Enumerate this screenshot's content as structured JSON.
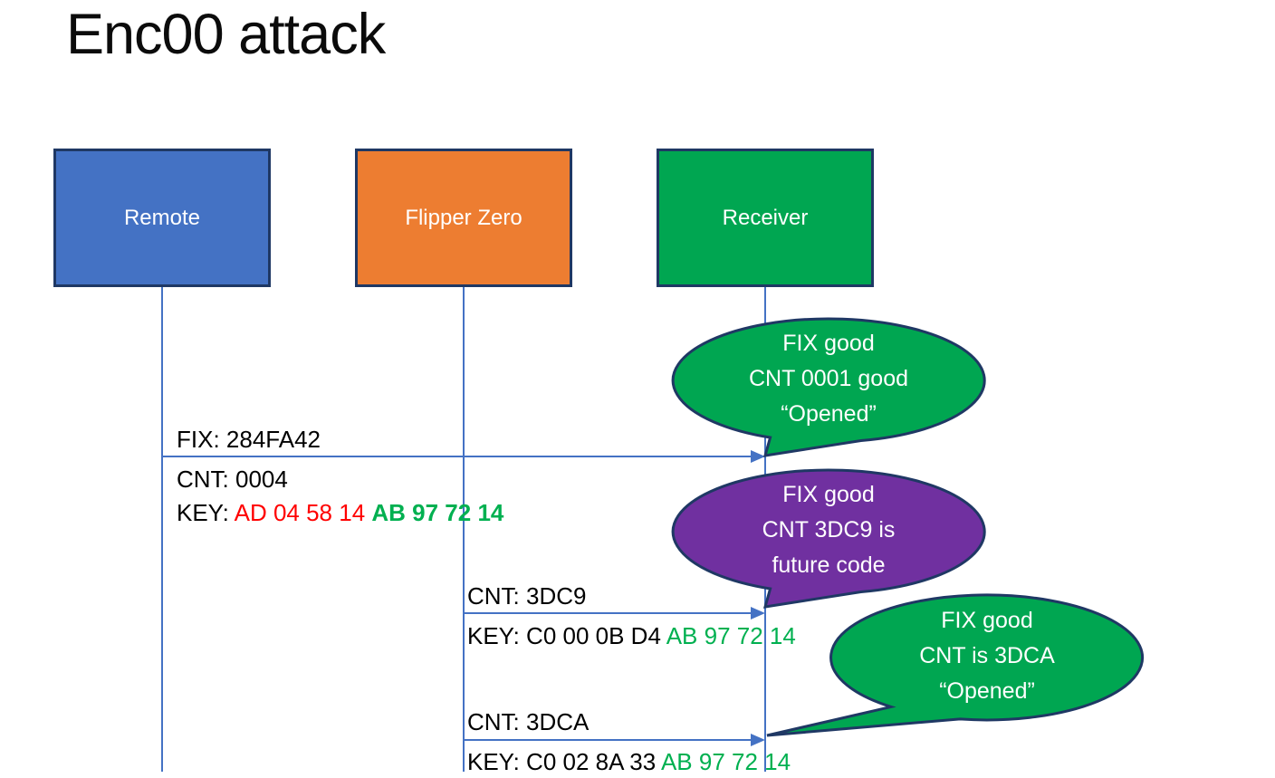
{
  "title": "Enc00 attack",
  "actors": [
    {
      "label": "Remote",
      "fill": "#4472C4"
    },
    {
      "label": "Flipper Zero",
      "fill": "#ED7D31"
    },
    {
      "label": "Receiver",
      "fill": "#00A651"
    }
  ],
  "messages": [
    {
      "above": "FIX: 284FA42",
      "below_lines": [
        [
          {
            "text": "CNT: 0004",
            "color": "#000000"
          }
        ],
        [
          {
            "text": "KEY: ",
            "color": "#000000"
          },
          {
            "text": "AD 04 58 14 ",
            "color": "#FF0000"
          },
          {
            "text": "AB 97 72 14",
            "color": "#00B050",
            "bold": true
          }
        ]
      ]
    },
    {
      "above": "CNT: 3DC9",
      "below_lines": [
        [
          {
            "text": "KEY: C0 00 0B D4 ",
            "color": "#000000"
          },
          {
            "text": "AB 97 72 14",
            "color": "#00B050"
          }
        ]
      ]
    },
    {
      "above": "CNT: 3DCA",
      "below_lines": [
        [
          {
            "text": "KEY: C0 02 8A 33 ",
            "color": "#000000"
          },
          {
            "text": "AB 97 72 14",
            "color": "#00B050"
          }
        ]
      ]
    }
  ],
  "callouts": [
    {
      "fill": "#00A651",
      "stroke": "#1F3864",
      "lines": [
        "FIX good",
        "CNT 0001 good",
        "“Opened”"
      ]
    },
    {
      "fill": "#7030A0",
      "stroke": "#1F3864",
      "lines": [
        "FIX good",
        "CNT 3DC9 is",
        "future code"
      ]
    },
    {
      "fill": "#00A651",
      "stroke": "#1F3864",
      "lines": [
        "FIX good",
        "CNT is 3DCA",
        "“Opened”"
      ]
    }
  ],
  "colors": {
    "arrow": "#4472C4",
    "lifeline": "#4472C4",
    "box_border": "#1F3864",
    "key_red": "#FF0000",
    "key_green": "#00B050"
  }
}
